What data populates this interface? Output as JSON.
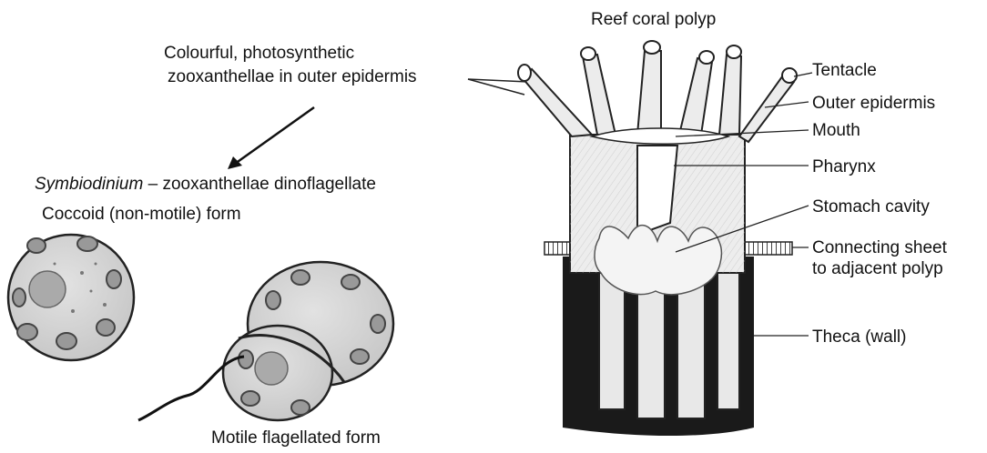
{
  "title": "Reef coral polyp",
  "zoox_label_line1": "Colourful, photosynthetic",
  "zoox_label_line2": "zooxanthellae in outer epidermis",
  "symbio_name": "Symbiodinium",
  "symbio_rest": " – zooxanthellae dinoflagellate",
  "coccoid_label": "Coccoid (non-motile) form",
  "motile_label": "Motile flagellated form",
  "labels": {
    "tentacle": "Tentacle",
    "outer_epidermis": "Outer epidermis",
    "mouth": "Mouth",
    "pharynx": "Pharynx",
    "stomach": "Stomach cavity",
    "connecting1": "Connecting sheet",
    "connecting2": "to adjacent polyp",
    "theca": "Theca (wall)"
  }
}
